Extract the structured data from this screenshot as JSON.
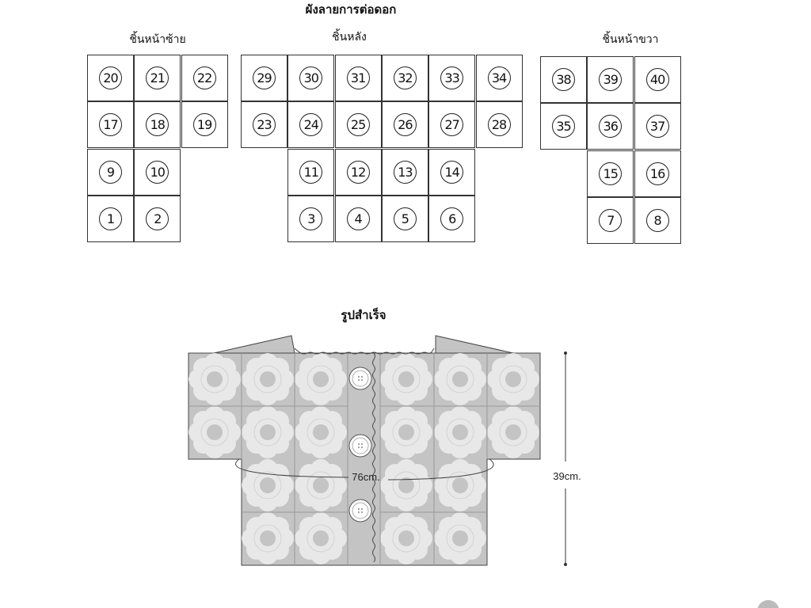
{
  "layout_title": "ผังลายการต่อดอก",
  "left_front": {
    "label": "ชิ้นหน้าซ้าย",
    "rows": [
      [
        "20",
        "21",
        "22"
      ],
      [
        "17",
        "18",
        "19"
      ],
      [
        "9",
        "10"
      ],
      [
        "1",
        "2"
      ]
    ]
  },
  "back": {
    "label": "ชิ้นหลัง",
    "rows": [
      [
        "29",
        "30",
        "31",
        "32",
        "33",
        "34"
      ],
      [
        "23",
        "24",
        "25",
        "26",
        "27",
        "28"
      ],
      [
        "11",
        "12",
        "13",
        "14"
      ],
      [
        "3",
        "4",
        "5",
        "6"
      ]
    ]
  },
  "right_front": {
    "label": "ชิ้นหน้าขวา",
    "rows": [
      [
        "38",
        "39",
        "40"
      ],
      [
        "35",
        "36",
        "37"
      ],
      [
        "15",
        "16"
      ],
      [
        "7",
        "8"
      ]
    ]
  },
  "finished_title": "รูปสำเร็จ",
  "measurements": {
    "width": "76cm.",
    "height": "39cm."
  },
  "colors": {
    "fabric": "#c4c4c4",
    "flower": "#e6e6e6",
    "line": "#333333"
  }
}
